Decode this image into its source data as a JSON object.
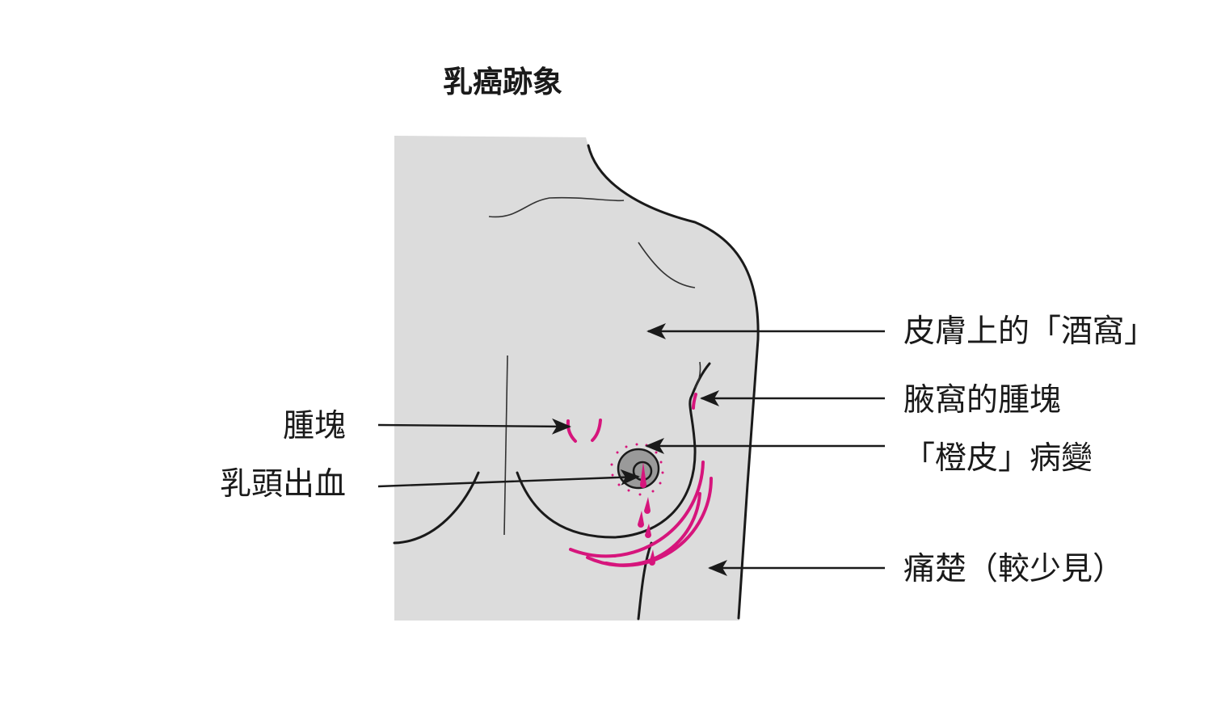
{
  "title": "乳癌跡象",
  "labels_right": [
    "皮膚上的「酒窩」",
    "腋窩的腫塊",
    "「橙皮」病變",
    "痛楚（較少見）"
  ],
  "labels_left": [
    "腫塊",
    "乳頭出血"
  ],
  "colors": {
    "body": "#dcdcdc",
    "accent": "#d6157c",
    "nipple": "#9a9a9a"
  }
}
